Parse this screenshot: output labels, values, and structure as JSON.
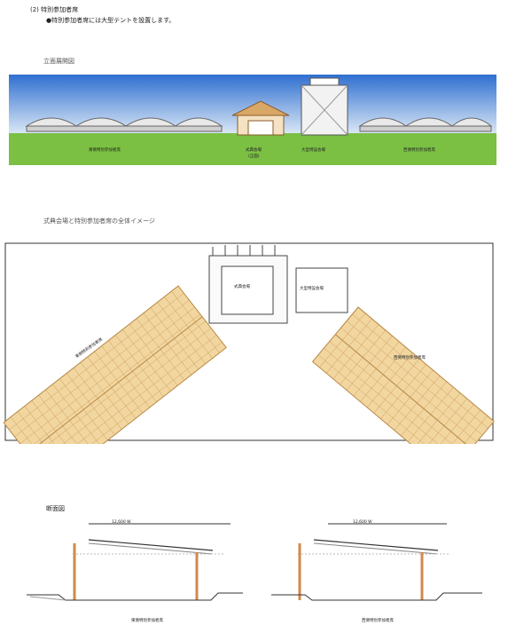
{
  "header": {
    "section_title": "(2) 特別参加者席",
    "bullet_text": "●特別参加者席には大型テントを設置します。"
  },
  "elevation": {
    "heading": "立面展開図",
    "labels": {
      "left_tent": "東側特別参加者席",
      "center_building": "式典会場",
      "center_building_sub": "(正面)",
      "large_tent": "大型特設会場",
      "right_tent": "西側特別参加者席"
    }
  },
  "plan": {
    "heading": "式典会場と特別参加者席の全体イメージ",
    "labels": {
      "center_building": "式典会場",
      "large_tent": "大型特設会場",
      "left_seating": "東側特別参加者席",
      "right_seating": "西側特別参加者席"
    }
  },
  "section": {
    "heading": "断面図",
    "left_caption": "東側特別参加者席",
    "right_caption": "西側特別参加者席",
    "dim_left_top": "12,600 W",
    "dim_right_top": "12,600 W"
  },
  "colors": {
    "sky_top": "#2f6fd0",
    "sky_bottom": "#d6e6f6",
    "grass": "#7bc043",
    "seat_fill": "#f2d6a0",
    "seat_line": "#c89a55",
    "post": "#d08a4a"
  }
}
